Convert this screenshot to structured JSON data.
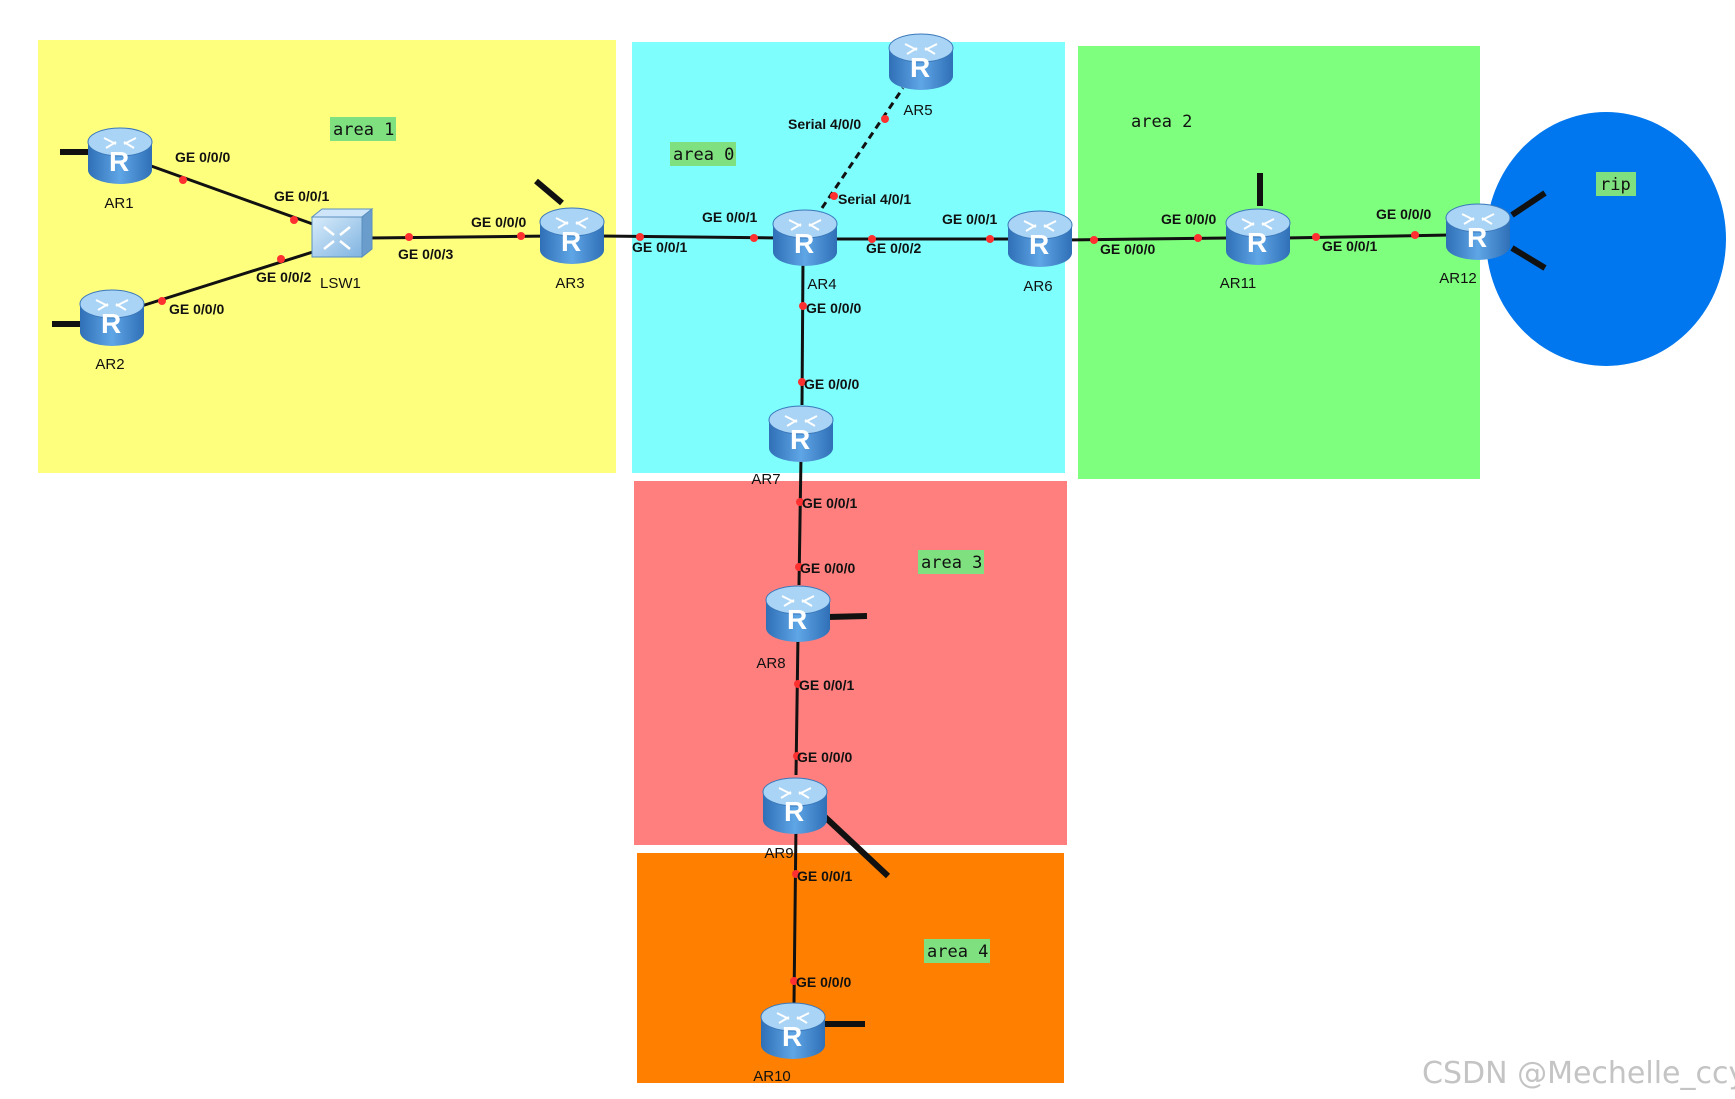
{
  "areas": [
    {
      "label": "area 1",
      "color": "#ffff7e"
    },
    {
      "label": "area 0",
      "color": "#7efffe"
    },
    {
      "label": "area 2",
      "color": "#7fff7e"
    },
    {
      "label": "area 3",
      "color": "#ff7f7e"
    },
    {
      "label": "area 4",
      "color": "#ff8000"
    },
    {
      "label": "rip",
      "color": "#0077ee"
    }
  ],
  "routers": [
    "AR1",
    "AR2",
    "AR3",
    "AR4",
    "AR5",
    "AR6",
    "AR7",
    "AR8",
    "AR9",
    "AR10",
    "AR11",
    "AR12"
  ],
  "switch": "LSW1",
  "ports": {
    "ar1_g000": "GE 0/0/0",
    "lsw1_g001": "GE 0/0/1",
    "lsw1_g002": "GE 0/0/2",
    "ar2_g000": "GE 0/0/0",
    "lsw1_g003": "GE 0/0/3",
    "ar3_g000": "GE 0/0/0",
    "ar3_g001": "GE 0/0/1",
    "ar4_g001": "GE 0/0/1",
    "ar4_s401": "Serial 4/0/1",
    "ar5_s400": "Serial 4/0/0",
    "ar4_g002": "GE 0/0/2",
    "ar6_g001": "GE 0/0/1",
    "ar4_g000": "GE 0/0/0",
    "ar7_g000": "GE 0/0/0",
    "ar6_g000": "GE 0/0/0",
    "ar11_g000": "GE 0/0/0",
    "ar11_g001": "GE 0/0/1",
    "ar12_g000": "GE 0/0/0",
    "ar7_g001": "GE 0/0/1",
    "ar8_g000": "GE 0/0/0",
    "ar8_g001": "GE 0/0/1",
    "ar9_g000": "GE 0/0/0",
    "ar9_g001": "GE 0/0/1",
    "ar10_g000": "GE 0/0/0"
  },
  "watermark": "CSDN @Mechelle_ccy",
  "colors": {
    "router_body": "#4a90d9",
    "router_top": "#a9d4f5",
    "link": "#111111",
    "port_dot": "#ff3030",
    "area_label_bg": "#7fe07f"
  }
}
